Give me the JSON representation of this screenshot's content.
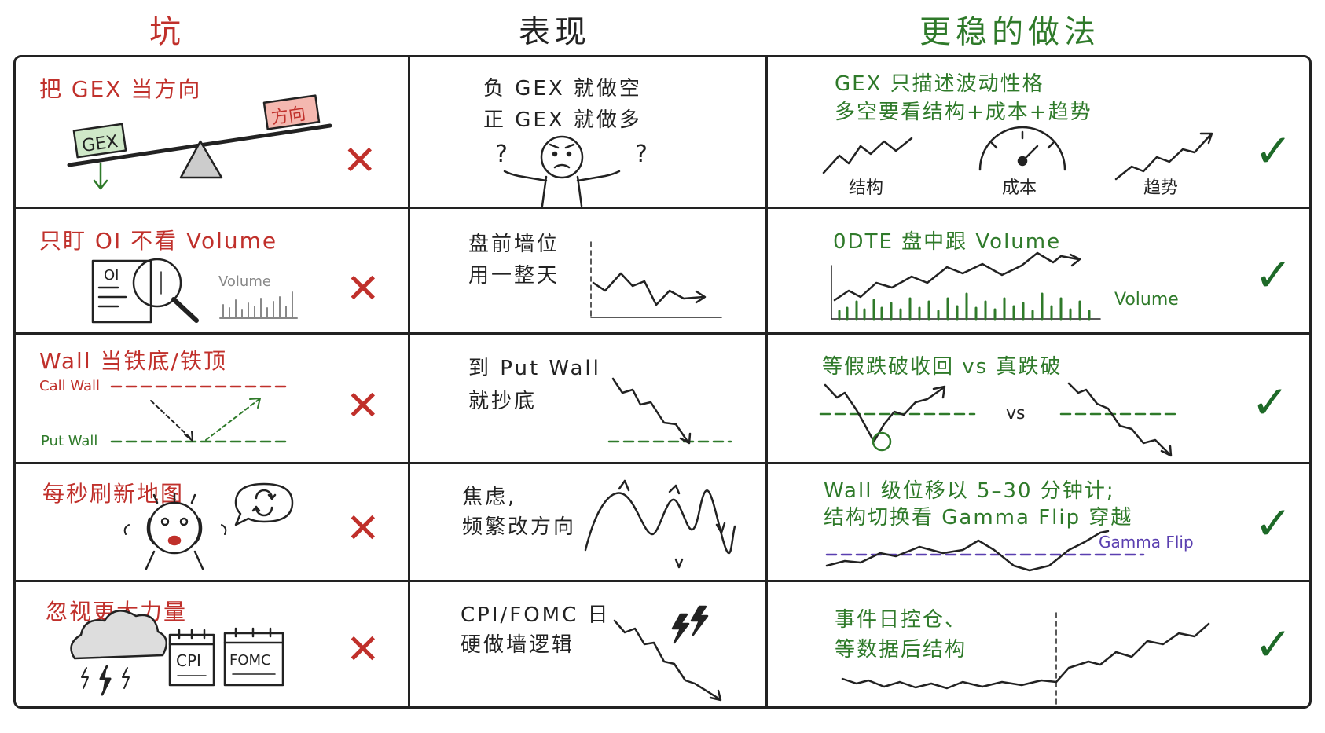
{
  "headers": {
    "pitfall": "坑",
    "symptom": "表现",
    "better": "更稳的做法"
  },
  "rows": [
    {
      "pitfall": "把 GEX 当方向",
      "pitfall_labels": {
        "gex": "GEX",
        "direction": "方向"
      },
      "symptom": [
        "负 GEX 就做空",
        "正 GEX 就做多"
      ],
      "symptom_marks": [
        "?",
        "?"
      ],
      "better": [
        "GEX 只描述波动性格",
        "多空要看结构+成本+趋势"
      ],
      "better_labels": [
        "结构",
        "成本",
        "趋势"
      ]
    },
    {
      "pitfall": "只盯 OI 不看 Volume",
      "pitfall_labels": {
        "oi": "OI",
        "volume": "Volume"
      },
      "symptom": [
        "盘前墙位",
        "用一整天"
      ],
      "better": [
        "0DTE 盘中跟 Volume"
      ],
      "better_labels": [
        "Volume"
      ]
    },
    {
      "pitfall": "Wall 当铁底/铁顶",
      "pitfall_labels": {
        "call_wall": "Call Wall",
        "put_wall": "Put Wall"
      },
      "symptom": [
        "到 Put Wall",
        "就抄底"
      ],
      "better": [
        "等假跌破收回 vs 真跌破"
      ],
      "better_labels": [
        "vs"
      ]
    },
    {
      "pitfall": "每秒刷新地图",
      "symptom": [
        "焦虑,",
        "频繁改方向"
      ],
      "better": [
        "Wall 级位移以 5–30 分钟计;",
        "结构切换看 Gamma Flip 穿越"
      ],
      "better_labels": [
        "Gamma Flip"
      ]
    },
    {
      "pitfall": "忽视更大力量",
      "pitfall_labels": {
        "cpi": "CPI",
        "fomc": "FOMC"
      },
      "symptom": [
        "CPI/FOMC 日",
        "硬做墙逻辑"
      ],
      "better": [
        "事件日控仓、",
        "等数据后结构"
      ]
    }
  ],
  "marks": {
    "cross": "✕",
    "check": "✓"
  },
  "colors": {
    "red": "#c0302b",
    "green": "#2f7a2a",
    "ink": "#222222",
    "gex_box": "#cfe8c8",
    "dir_box": "#f4b8b0",
    "flip": "#5a3fb0"
  },
  "icons": [
    "seesaw-icon",
    "confused-person-icon",
    "gauge-icon",
    "magnifier-icon",
    "stressed-person-icon",
    "refresh-icon",
    "storm-cloud-icon",
    "calendar-icon",
    "lightning-icon"
  ]
}
